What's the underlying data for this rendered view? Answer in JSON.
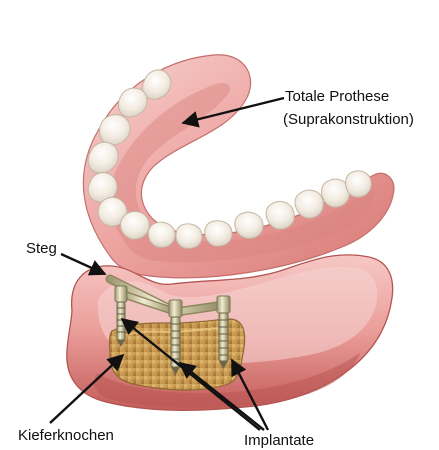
{
  "labels": {
    "totale_prothese": "Totale Prothese",
    "suprakonstruktion": "(Suprakonstruktion)",
    "steg": "Steg",
    "kieferknochen": "Kieferknochen",
    "implantate": "Implantate"
  },
  "colors": {
    "background": "#ffffff",
    "gum_light": "#f2b8b6",
    "gum_mid": "#df8d8b",
    "gum_dark": "#b95553",
    "tooth": "#f6f0e8",
    "bone": "#c79f5d",
    "bone_dark": "#9b7135",
    "metal": "#d9d1ad",
    "metal_dark": "#9f9872",
    "text": "#111111"
  }
}
